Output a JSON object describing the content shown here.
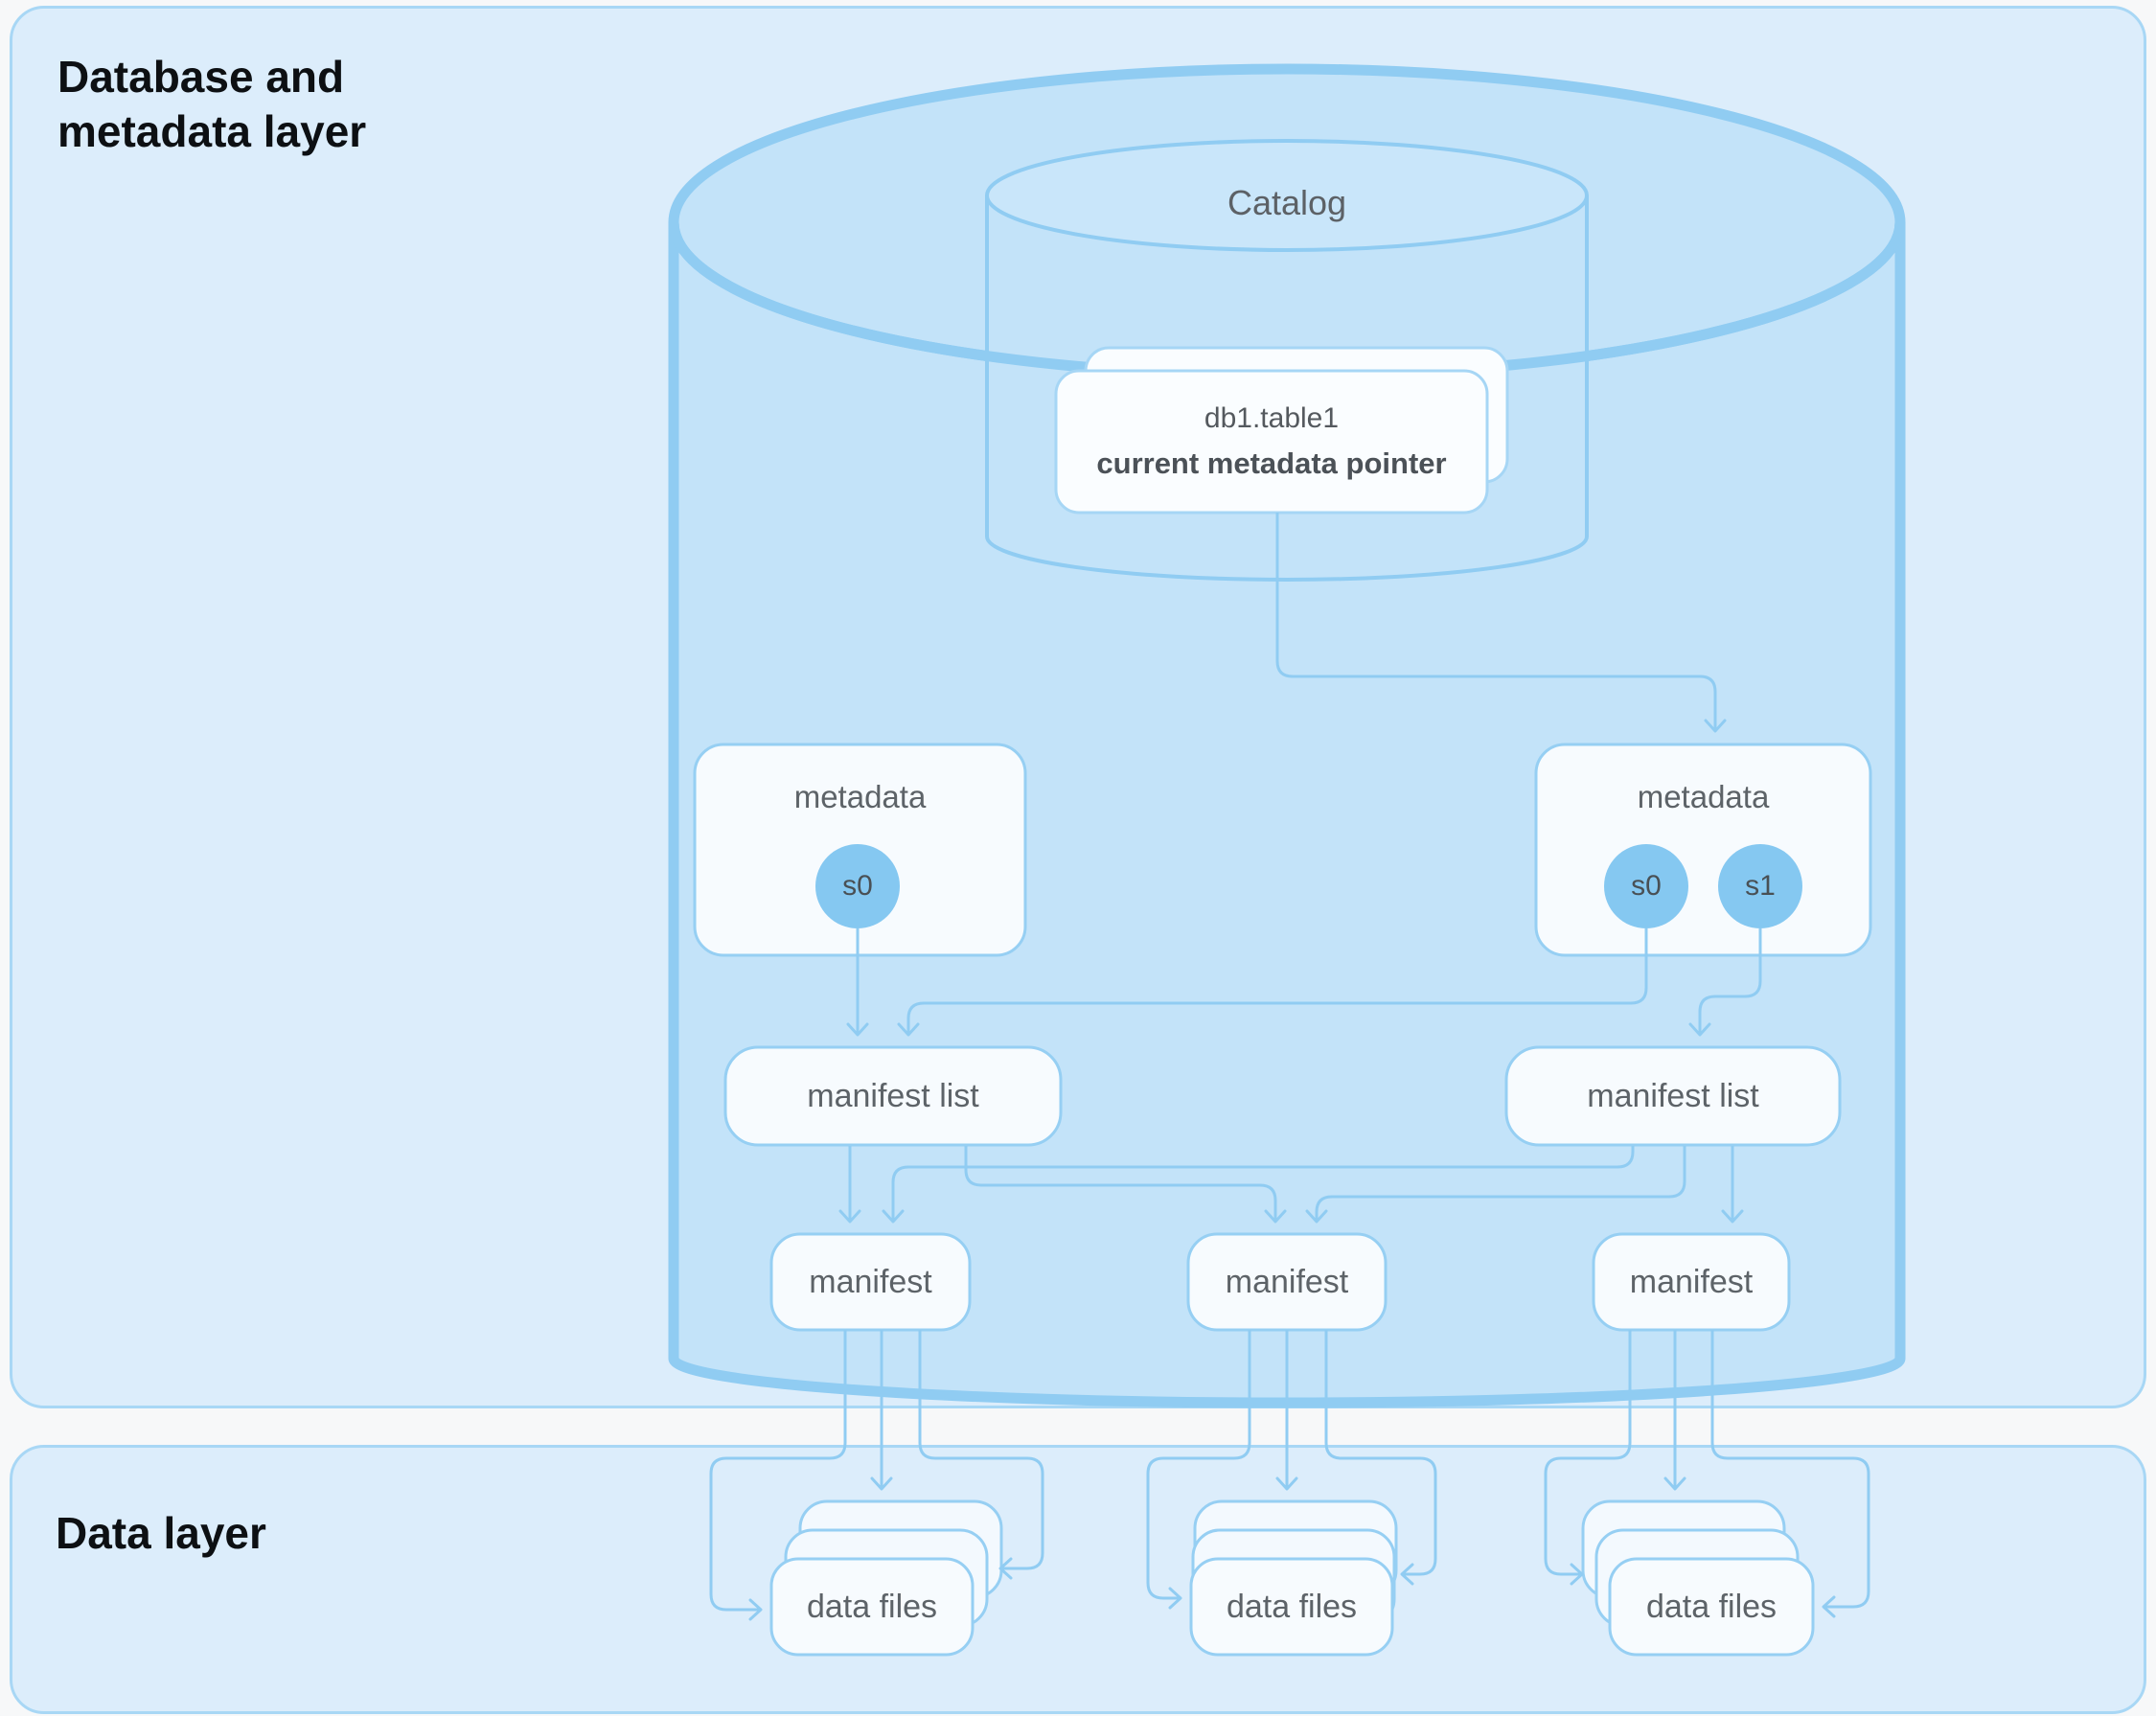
{
  "colors": {
    "page_bg": "#f7f8f9",
    "panel_fill": "#dcedfb",
    "panel_border": "#a8d7f5",
    "cylinder_fill": "#c3e3f9",
    "cylinder_stroke": "#90ccf2",
    "inner_cylinder_top_fill": "#c9e6fa",
    "node_fill": "#f7fbfe",
    "node_border": "#96cff3",
    "snapshot_circle_fill": "#85c8f1",
    "connector": "#90ccf2",
    "label_text": "#5d6368",
    "title_text": "#0d1013"
  },
  "panels": {
    "metadata_layer": {
      "title": "Database and metadata layer"
    },
    "data_layer": {
      "title": "Data layer"
    }
  },
  "catalog": {
    "label": "Catalog",
    "table_card": {
      "table_name": "db1.table1",
      "pointer_label": "current metadata pointer"
    }
  },
  "metadata_files": [
    {
      "label": "metadata",
      "snapshots": [
        "s0"
      ]
    },
    {
      "label": "metadata",
      "snapshots": [
        "s0",
        "s1"
      ]
    }
  ],
  "manifest_lists": [
    {
      "label": "manifest list"
    },
    {
      "label": "manifest list"
    }
  ],
  "manifests": [
    {
      "label": "manifest"
    },
    {
      "label": "manifest"
    },
    {
      "label": "manifest"
    }
  ],
  "data_file_groups": [
    {
      "label": "data files"
    },
    {
      "label": "data files"
    },
    {
      "label": "data files"
    }
  ]
}
